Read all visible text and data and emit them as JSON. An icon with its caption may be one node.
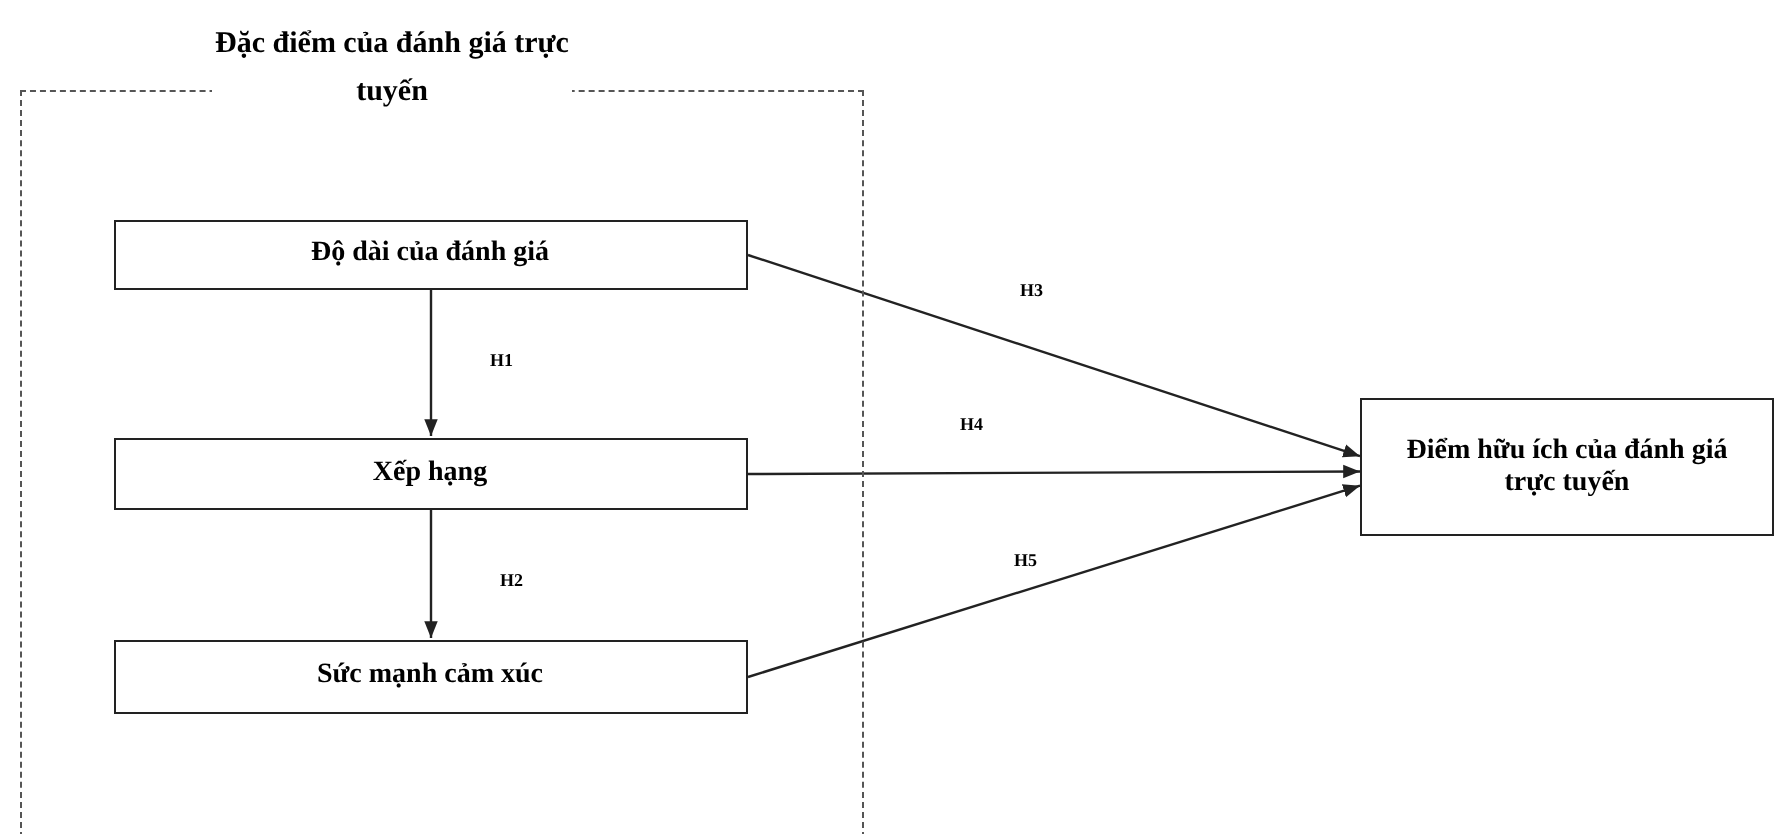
{
  "diagram": {
    "nodes": [
      {
        "text": [
          "Đặc điểm của đánh giá trực tuyến"
        ]
      },
      {
        "text": [
          "Độ dài của đánh giá"
        ],
        "in": 0
      },
      {
        "text": [
          "Xếp hạng"
        ],
        "in": 0
      },
      {
        "text": [
          "Sức mạnh cảm xúc"
        ],
        "in": 0
      },
      {
        "text": [
          "Điểm hữu ích của đánh giá trực tuyến"
        ]
      }
    ],
    "edges": [
      {
        "from": 1,
        "to": 2,
        "arrow": "to",
        "label": "H1"
      },
      {
        "from": 2,
        "to": 3,
        "arrow": "to",
        "label": "H2"
      },
      {
        "from": 1,
        "to": 4,
        "arrow": "to",
        "label": "H3"
      },
      {
        "from": 2,
        "to": 4,
        "arrow": "to",
        "label": "H4"
      },
      {
        "from": 3,
        "to": 4,
        "arrow": "to",
        "label": "H5"
      }
    ]
  }
}
